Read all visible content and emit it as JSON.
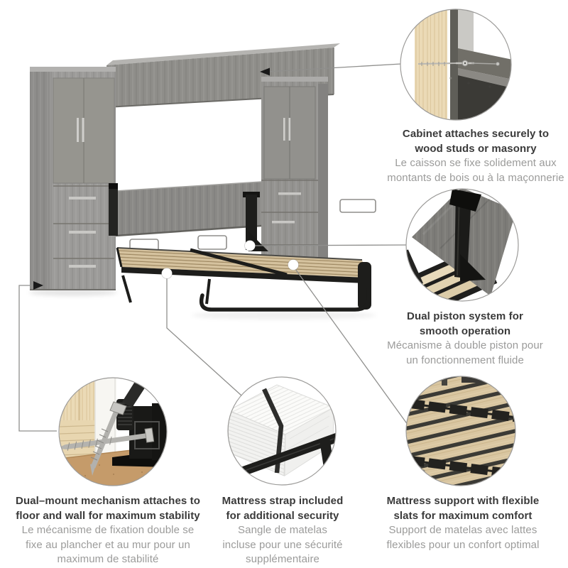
{
  "figure": {
    "kind": "product-feature-callout-diagram",
    "subject": "murphy-wall-bed-with-two-storage-towers"
  },
  "colors": {
    "background": "#ffffff",
    "text_primary": "#3a3a3a",
    "text_secondary": "#9b9b9a",
    "lead_line": "#8f8f8d",
    "arrow": "#191919",
    "marker_dot": "#ffffff",
    "circle_border": "#9c9b99",
    "cabinet_gray": "#9c9b99",
    "cabinet_side_gray": "#8e8d8b",
    "metal_black": "#1d1d1b",
    "slat_beige": "#d5c29e",
    "wood_stud_beige": "#ebdab6",
    "wall_gray": "#cac9c5",
    "floor_tan": "#c59b6a"
  },
  "callouts": [
    {
      "id": "cabinet-attachment",
      "en": [
        "Cabinet attaches securely to",
        "wood studs or masonry"
      ],
      "fr": [
        "Le caisson se fixe solidement aux",
        "montants de bois ou à la maçonnerie"
      ]
    },
    {
      "id": "dual-piston",
      "en": [
        "Dual piston system for",
        "smooth operation"
      ],
      "fr": [
        "Mécanisme à double piston pour",
        "un fonctionnement fluide"
      ]
    },
    {
      "id": "dual-mount",
      "en": [
        "Dual–mount mechanism attaches to",
        "floor and wall for maximum stability"
      ],
      "fr": [
        "Le mécanisme de fixation double se",
        "fixe au plancher et au mur pour un",
        "maximum de stabilité"
      ]
    },
    {
      "id": "mattress-strap",
      "en": [
        "Mattress strap included",
        "for additional security"
      ],
      "fr": [
        "Sangle de matelas",
        "incluse pour une sécurité",
        "supplémentaire"
      ]
    },
    {
      "id": "mattress-support",
      "en": [
        "Mattress support with flexible",
        "slats for maximum comfort"
      ],
      "fr": [
        "Support de matelas avec lattes",
        "flexibles pour un confort optimal"
      ]
    }
  ]
}
